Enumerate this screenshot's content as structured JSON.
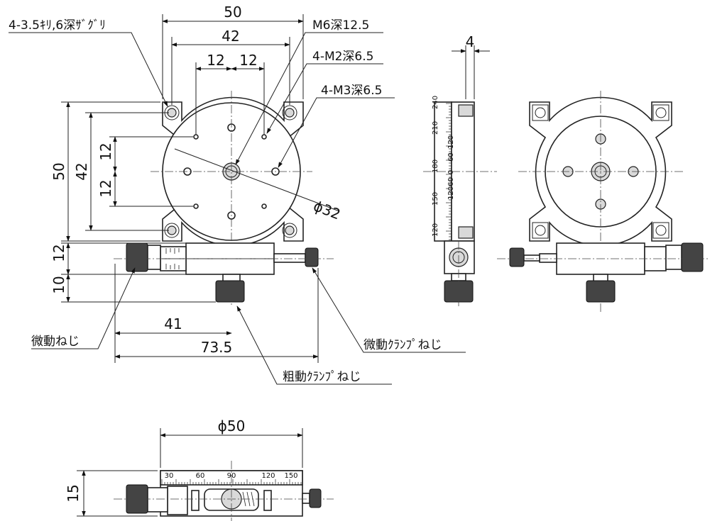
{
  "dimensions": {
    "width_50": "50",
    "width_42": "42",
    "hole_spacing_left": "12",
    "hole_spacing_right": "12",
    "height_50": "50",
    "height_42": "42",
    "vert_12_upper": "12",
    "vert_12_lower": "12",
    "diameter_32": "ϕ32",
    "side_12": "12",
    "side_10": "10",
    "len_41": "41",
    "len_73_5": "73.5",
    "side_width_4": "4",
    "bottom_diameter_50": "ϕ50",
    "bottom_height_15": "15"
  },
  "callouts": {
    "corner_holes": "4-3.5ｷﾘ,6深ｻﾞｸﾞﾘ",
    "center_tap": "M6深12.5",
    "m2_taps": "4-M2深6.5",
    "m3_taps": "4-M3深6.5",
    "fine_screw": "微動ねじ",
    "fine_clamp": "微動ｸﾗﾝﾌﾟねじ",
    "coarse_clamp": "粗動ｸﾗﾝﾌﾟねじ"
  },
  "scales": {
    "side": [
      "240",
      "210",
      "120",
      "60",
      "180",
      "0",
      "150",
      "12060",
      "120"
    ],
    "bottom": [
      "30",
      "60",
      "90",
      "120",
      "150"
    ]
  }
}
